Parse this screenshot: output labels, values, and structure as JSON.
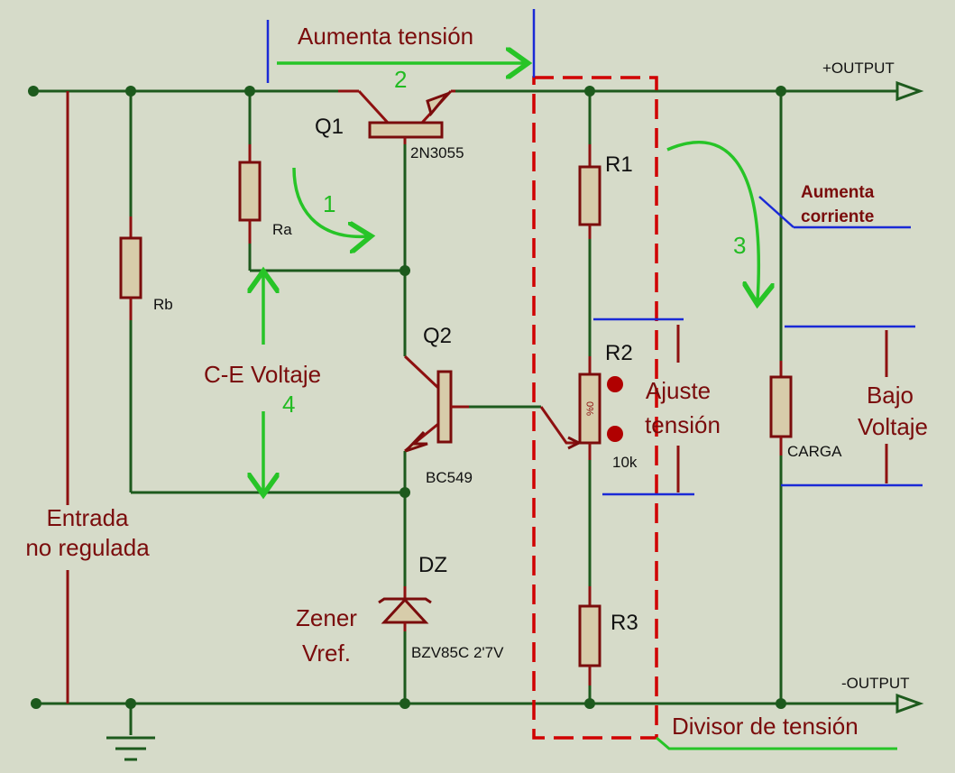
{
  "labels": {
    "q1": "Q1",
    "q1_part": "2N3055",
    "q2": "Q2",
    "q2_part": "BC549",
    "r1": "R1",
    "r2": "R2",
    "r2_value": "10k",
    "r2_pct": "%0",
    "r3": "R3",
    "ra": "Ra",
    "rb": "Rb",
    "dz": "DZ",
    "dz_part": "BZV85C 2'7V",
    "carga": "CARGA",
    "output_pos": "+OUTPUT",
    "output_neg": "-OUTPUT"
  },
  "annotations": {
    "aumenta_tension": "Aumenta tensión",
    "aumenta_corriente_1": "Aumenta",
    "aumenta_corriente_2": "corriente",
    "ce_voltaje": "C-E Voltaje",
    "entrada_1": "Entrada",
    "entrada_2": "no regulada",
    "zener_1": "Zener",
    "zener_2": "Vref.",
    "ajuste_1": "Ajuste",
    "ajuste_2": "tensión",
    "bajo_1": "Bajo",
    "bajo_2": "Voltaje",
    "divisor": "Divisor de tensión",
    "step1": "1",
    "step2": "2",
    "step3": "3",
    "step4": "4"
  },
  "colors": {
    "background": "#d6dbc9",
    "wire": "#1d5a1d",
    "component": "#7a0c0c",
    "annotation_green": "#22bb22",
    "bracket_blue": "#1a2ad6",
    "divider_box": "#d00000"
  }
}
